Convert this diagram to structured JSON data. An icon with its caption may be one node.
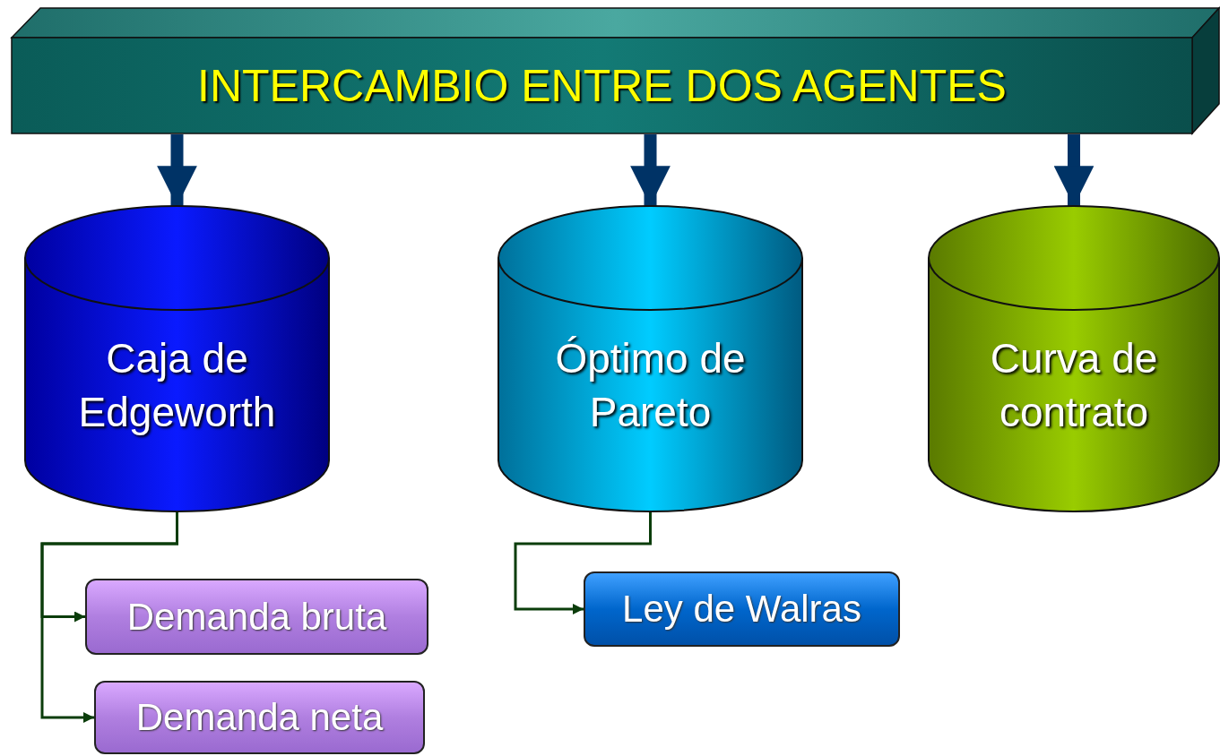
{
  "diagram": {
    "nodes": [
      {
        "text": [
          "INTERCAMBIO ENTRE DOS AGENTES"
        ]
      },
      {
        "text": [
          "Caja de Edgeworth"
        ]
      },
      {
        "text": [
          "Óptimo de Pareto"
        ]
      },
      {
        "text": [
          "Curva de contrato"
        ]
      },
      {
        "text": [
          "Demanda bruta"
        ]
      },
      {
        "text": [
          "Demanda neta"
        ]
      },
      {
        "text": [
          "Ley de Walras"
        ]
      }
    ],
    "edges": [
      {
        "from": 0,
        "to": 1,
        "arrow": "to",
        "style": "thick",
        "color": "#003366"
      },
      {
        "from": 0,
        "to": 2,
        "arrow": "to",
        "style": "thick",
        "color": "#003366"
      },
      {
        "from": 0,
        "to": 3,
        "arrow": "to",
        "style": "thick",
        "color": "#003366"
      },
      {
        "from": 1,
        "to": 4,
        "arrow": "to",
        "color": "#0b3d0b"
      },
      {
        "from": 1,
        "to": 5,
        "arrow": "to",
        "color": "#0b3d0b"
      },
      {
        "from": 2,
        "to": 6,
        "arrow": "to",
        "color": "#0b3d0b"
      }
    ]
  }
}
